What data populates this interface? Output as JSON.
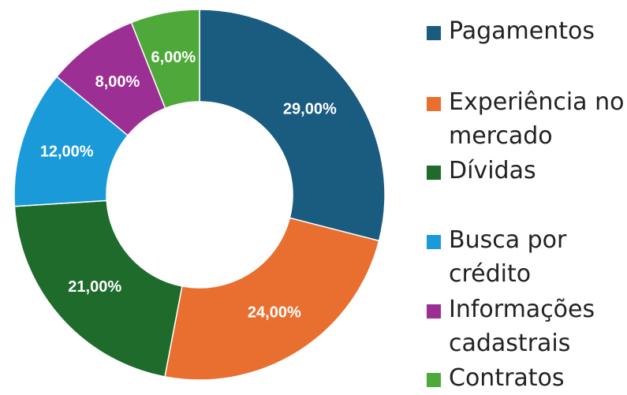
{
  "chart_data": {
    "type": "pie",
    "variant": "donut",
    "start_angle_deg": 0,
    "direction": "clockwise",
    "slices": [
      {
        "label": "Pagamentos",
        "value": 29.0,
        "display": "29,00%",
        "color": "#1a5b80"
      },
      {
        "label": "Experiência no\nmercado",
        "value": 24.0,
        "display": "24,00%",
        "color": "#e86f30"
      },
      {
        "label": "Dívidas",
        "value": 21.0,
        "display": "21,00%",
        "color": "#1e6b2b"
      },
      {
        "label": "Busca por\ncrédito",
        "value": 12.0,
        "display": "12,00%",
        "color": "#1a9ad9"
      },
      {
        "label": "Informações\ncadastrais",
        "value": 8.0,
        "display": "8,00%",
        "color": "#9c2f94"
      },
      {
        "label": "Contratos",
        "value": 6.0,
        "display": "6,00%",
        "color": "#4ea83a"
      }
    ],
    "legend_position": "right"
  }
}
